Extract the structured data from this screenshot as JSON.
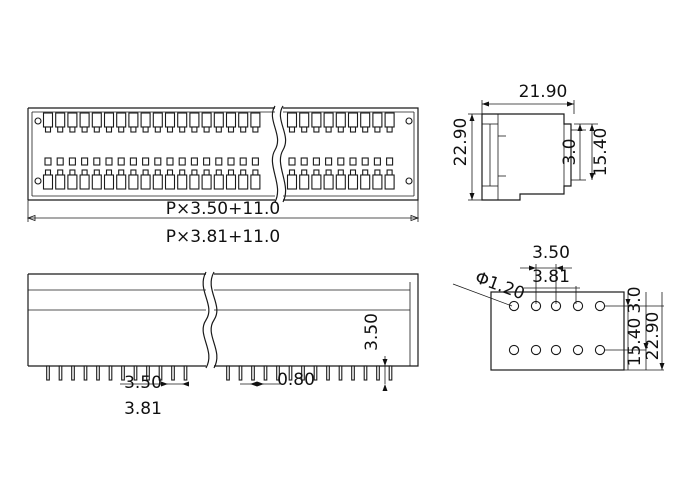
{
  "top_view": {
    "pitch_formula_1": "P×3.50+11.0",
    "pitch_formula_2": "P×3.81+11.0"
  },
  "side_view": {
    "width": "21.90",
    "height": "22.90",
    "dim_3_0": "3.0",
    "dim_15_40": "15.40"
  },
  "front_view": {
    "pitch_1": "3.50",
    "pitch_2": "3.81",
    "pin_width": "0.80",
    "pin_length": "3.50"
  },
  "pcb_layout": {
    "pitch_1": "3.50",
    "pitch_2": "3.81",
    "hole_diameter": "Φ1.20",
    "dim_3_0": "3.0",
    "dim_15_40": "15.40",
    "dim_22_90": "22.90"
  }
}
